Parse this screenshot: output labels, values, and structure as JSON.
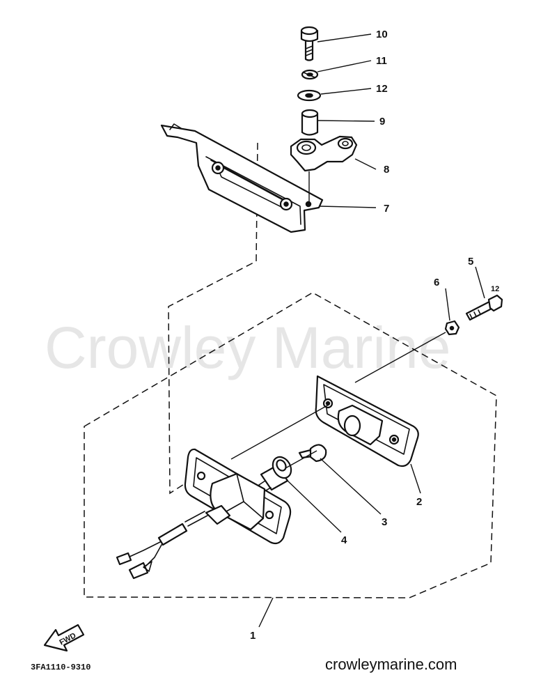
{
  "watermark": "Crowley Marine",
  "website": "crowleymarine.com",
  "diagram_code": "3FA1110-9310",
  "direction_arrow": {
    "label": "FWD",
    "icon": "fwd-arrow-icon"
  },
  "callouts": {
    "c1": "1",
    "c2": "2",
    "c3": "3",
    "c4": "4",
    "c5": "5",
    "c5_qty": "12",
    "c6": "6",
    "c7": "7",
    "c8": "8",
    "c9": "9",
    "c10": "10",
    "c11": "11",
    "c12": "12"
  },
  "colors": {
    "ink": "#111111",
    "paper": "#ffffff",
    "watermark": "#e6e6e6"
  }
}
